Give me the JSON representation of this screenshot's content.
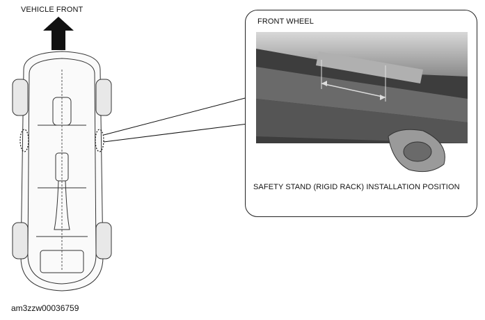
{
  "diagram": {
    "vehicle_front_label": "VEHICLE FRONT",
    "detail_title": "FRONT WHEEL",
    "detail_caption": "SAFETY STAND (RIGID RACK) INSTALLATION POSITION",
    "image_id": "am3zzw00036759"
  },
  "icons": {
    "arrow": "arrow-up-icon",
    "marker": "dashed-ellipse-marker-icon"
  },
  "colors": {
    "line": "#222222",
    "background": "#ffffff",
    "photo_dark": "#4a4a4a",
    "photo_light": "#d6d6d6"
  }
}
